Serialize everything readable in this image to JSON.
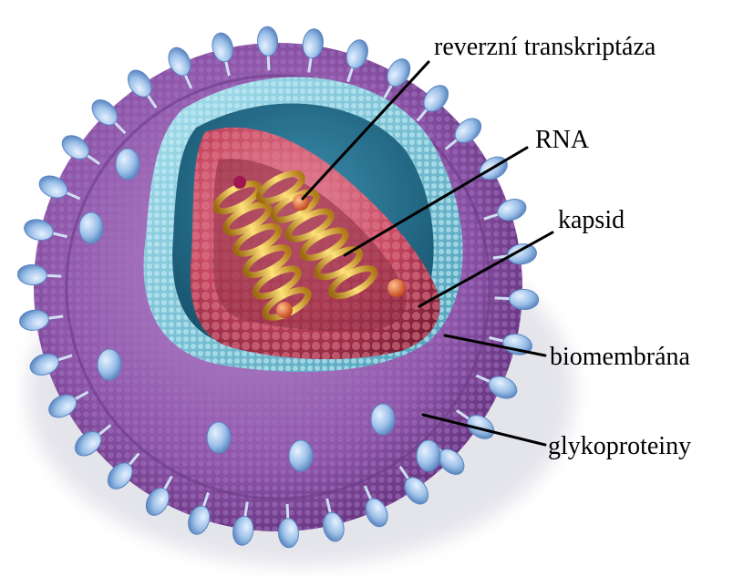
{
  "labels": {
    "reverse_transcriptase": "reverzní transkriptáza",
    "rna": "RNA",
    "capsid": "kapsid",
    "biomembrane": "biomembrána",
    "glycoproteins": "glykoproteiny"
  },
  "colors": {
    "envelope": "#8e55a8",
    "envelope_dark": "#5f2f78",
    "spike": "#9cc0e8",
    "membrane_inner": "#7fc6d8",
    "capsid": "#c4455e",
    "rna_helix": "#f0c23a",
    "enzyme": "#e0621e"
  }
}
